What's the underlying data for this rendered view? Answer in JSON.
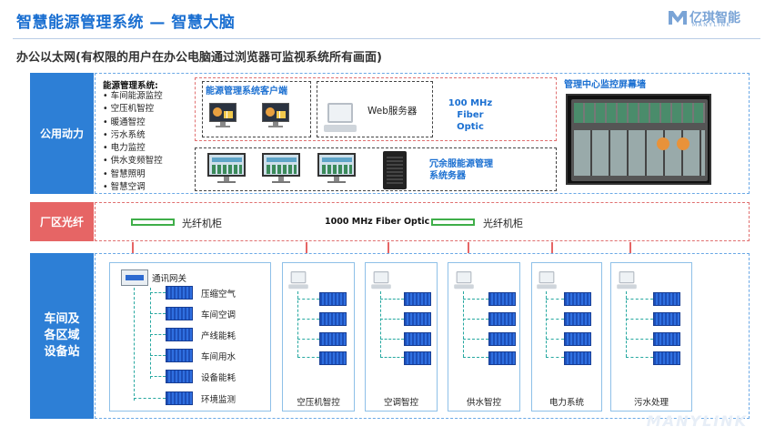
{
  "header": {
    "title": "智慧能源管理系统 — 智慧大脑",
    "subtitle": "办公以太网(有权限的用户在办公电脑通过浏览器可监视系统所有画面)",
    "logo_cn": "亿琪智能",
    "logo_en": "MANYLINK"
  },
  "zone1": {
    "label": "公用动力",
    "sys_title": "能源管理系统:",
    "sys_items": [
      "车间能源监控",
      "空压机智控",
      "暖通智控",
      "污水系统",
      "电力监控",
      "供水变频智控",
      "智慧照明",
      "智慧空调"
    ],
    "client_title": "能源管理系统客户端",
    "web_server": "Web服务器",
    "fiber": "100 MHz\nFiber\nOptic",
    "redundant": "冗余服能源管理\n系统务器",
    "wall_title": "管理中心监控屏幕墙"
  },
  "zone2": {
    "label": "厂区光纤",
    "rack_left": "光纤机柜",
    "fiber_mid": "1000 MHz Fiber Optic",
    "rack_right": "光纤机柜"
  },
  "zone3": {
    "label": "车间及\n各区域\n设备站",
    "gateway": "通讯网关",
    "devices": [
      "压缩空气",
      "车间空调",
      "产线能耗",
      "车间用水",
      "设备能耗",
      "环境监测"
    ],
    "stations": [
      "空压机智控",
      "空调智控",
      "供水智控",
      "电力系统",
      "污水处理"
    ]
  },
  "watermark": "MANYLINK",
  "colors": {
    "accent": "#1a6fd1",
    "zone_blue": "#2d7fd6",
    "zone_red": "#e66565"
  }
}
